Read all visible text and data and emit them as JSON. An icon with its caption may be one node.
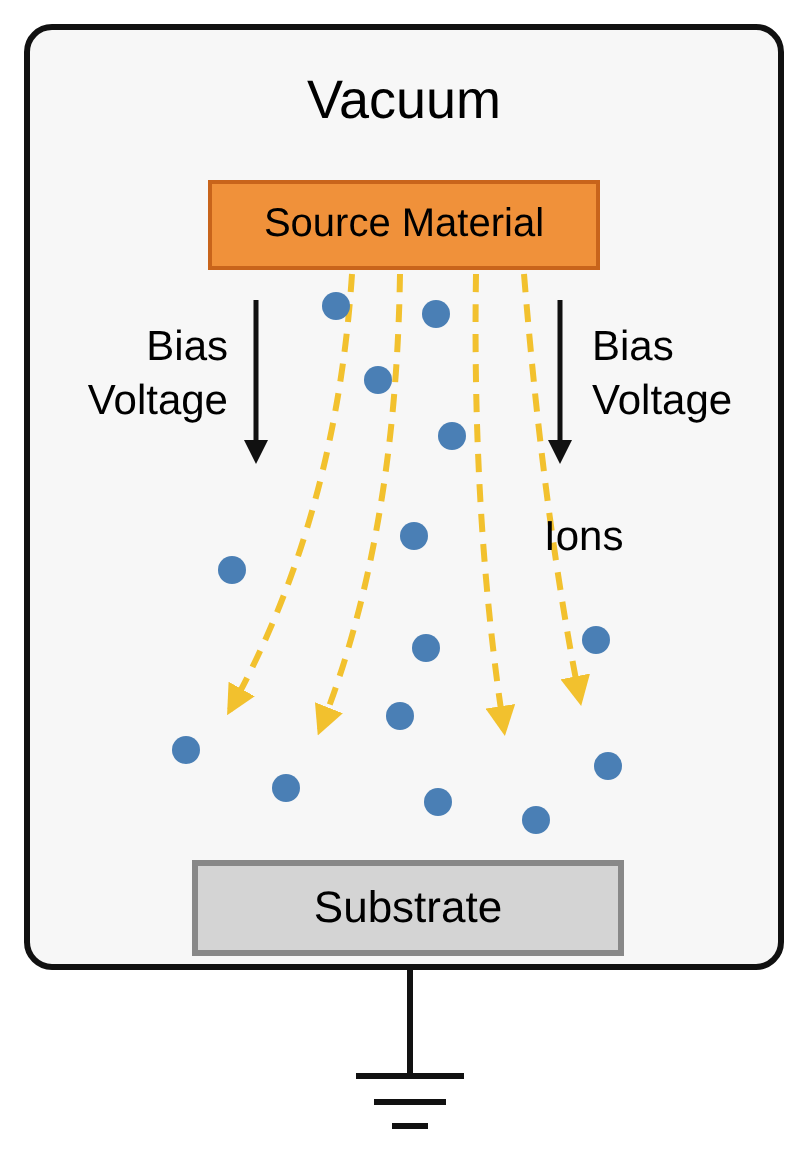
{
  "diagram": {
    "nodes": [
      {
        "text": [
          "Vacuum"
        ]
      },
      {
        "text": [
          "Source Material"
        ],
        "in": 0
      },
      {
        "text": [
          "Substrate"
        ],
        "in": 0
      },
      {
        "text": [],
        "shape": "ground"
      }
    ],
    "edges": [
      {
        "from": 0,
        "to": 3,
        "arrow": "none",
        "color": "#111111"
      },
      {
        "from": 1,
        "to": null,
        "arrow": "to",
        "style": "dashed",
        "color": "#f2c12e"
      },
      {
        "from": 1,
        "to": null,
        "arrow": "to",
        "style": "dashed",
        "color": "#f2c12e"
      },
      {
        "from": 1,
        "to": null,
        "arrow": "to",
        "style": "dashed",
        "color": "#f2c12e"
      },
      {
        "from": 1,
        "to": null,
        "arrow": "to",
        "style": "dashed",
        "color": "#f2c12e"
      }
    ],
    "labels": [
      "Bias Voltage",
      "Bias Voltage",
      "Ions"
    ]
  }
}
